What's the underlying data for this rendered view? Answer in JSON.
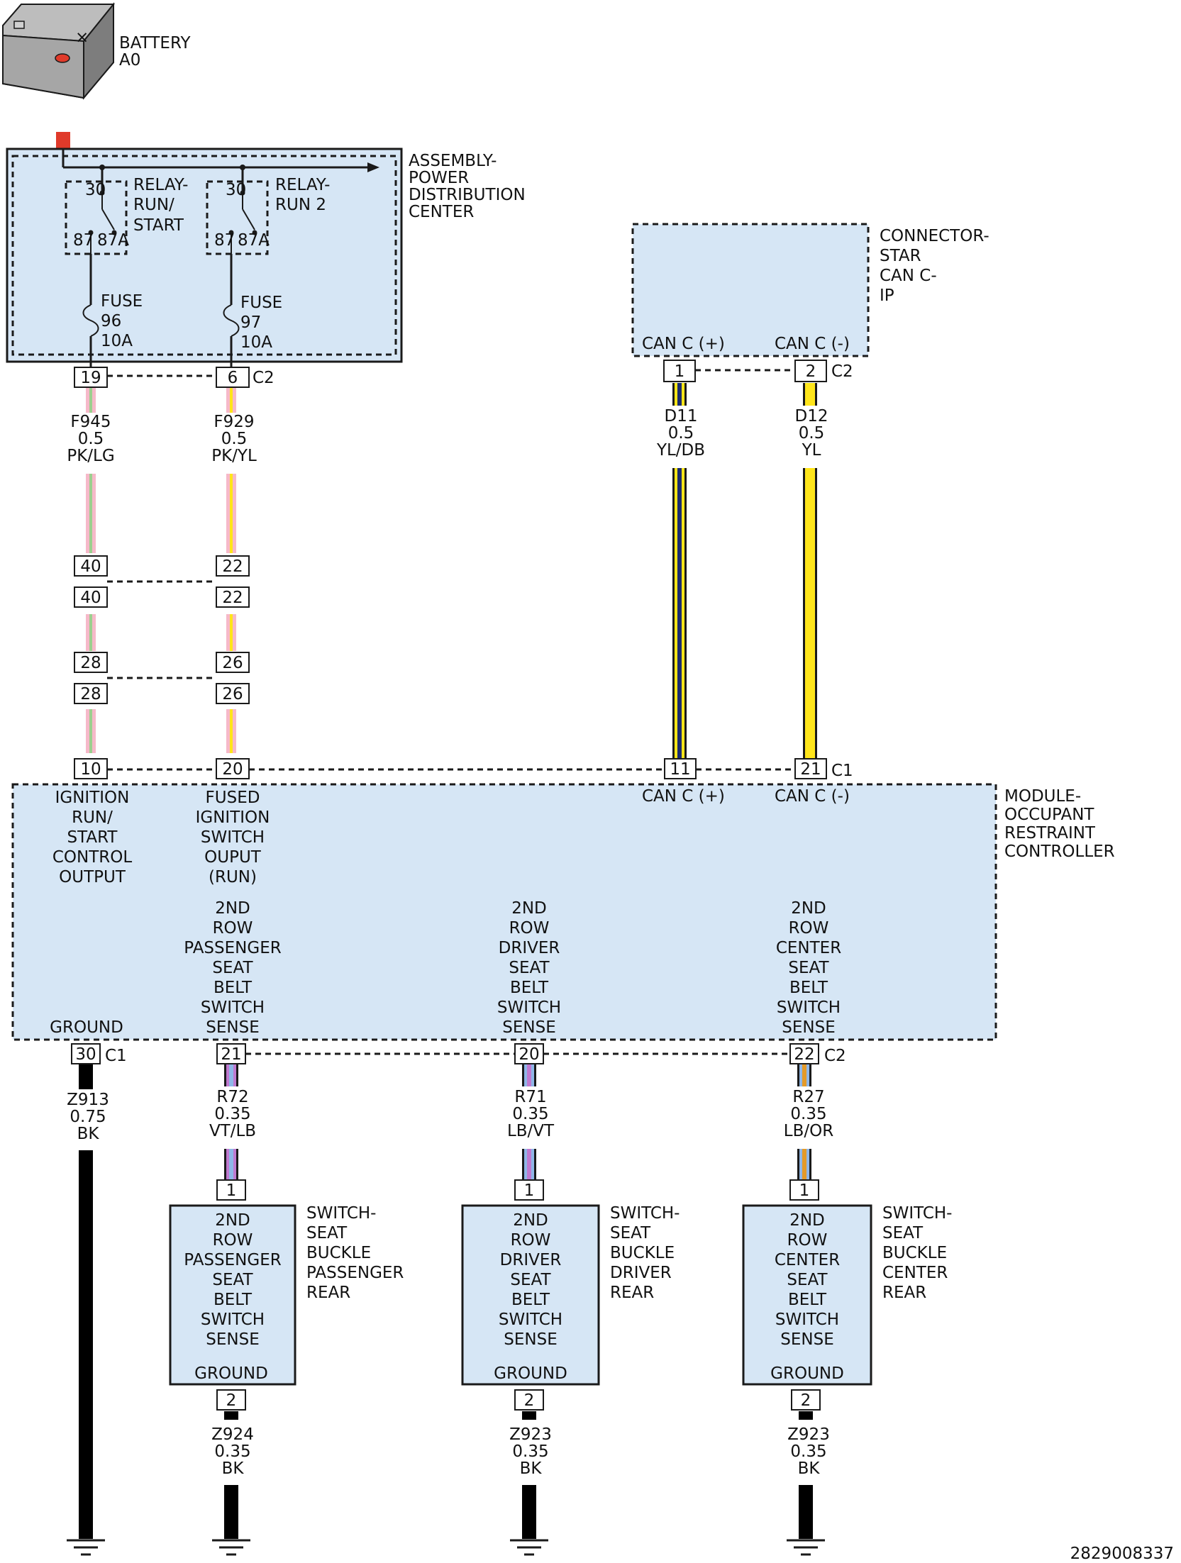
{
  "colors": {
    "box_fill": "#d6e6f5",
    "pink": "#f6b9c9",
    "light_green": "#9ccf8f",
    "yellow": "#ffe51a",
    "dark_blue": "#1c2c6e",
    "violet": "#c07ad0",
    "light_blue": "#8fb7e8",
    "orange": "#e39a2a",
    "black": "#000000",
    "battery_red": "#e03a2a"
  },
  "battery": {
    "name": "BATTERY",
    "code": "A0"
  },
  "pdc": {
    "label": [
      "ASSEMBLY-",
      "POWER",
      "DISTRIBUTION",
      "CENTER"
    ],
    "relay1": {
      "label": [
        "RELAY-",
        "RUN/",
        "START"
      ],
      "pin_30": "30",
      "pin_87": "87",
      "pin_87a": "87A"
    },
    "relay2": {
      "label": [
        "RELAY-",
        "RUN 2"
      ],
      "pin_30": "30",
      "pin_87": "87",
      "pin_87a": "87A"
    },
    "fuse1": {
      "label": "FUSE",
      "number": "96",
      "rating": "10A"
    },
    "fuse2": {
      "label": "FUSE",
      "number": "97",
      "rating": "10A"
    },
    "pins": [
      "19",
      "6"
    ],
    "connector": "C2"
  },
  "star": {
    "label": [
      "CONNECTOR-",
      "STAR",
      "CAN C-",
      "IP"
    ],
    "pin_labels": [
      "CAN C (+)",
      "CAN C (-)"
    ],
    "pins": [
      "1",
      "2"
    ],
    "connector": "C2"
  },
  "wires": {
    "f945": {
      "code": "F945",
      "gauge": "0.5",
      "color": "PK/LG"
    },
    "f929": {
      "code": "F929",
      "gauge": "0.5",
      "color": "PK/YL"
    },
    "d11": {
      "code": "D11",
      "gauge": "0.5",
      "color": "YL/DB"
    },
    "d12": {
      "code": "D12",
      "gauge": "0.5",
      "color": "YL"
    },
    "z913": {
      "code": "Z913",
      "gauge": "0.75",
      "color": "BK"
    },
    "r72": {
      "code": "R72",
      "gauge": "0.35",
      "color": "VT/LB"
    },
    "r71": {
      "code": "R71",
      "gauge": "0.35",
      "color": "LB/VT"
    },
    "r27": {
      "code": "R27",
      "gauge": "0.35",
      "color": "LB/OR"
    },
    "z924": {
      "code": "Z924",
      "gauge": "0.35",
      "color": "BK"
    },
    "z923a": {
      "code": "Z923",
      "gauge": "0.35",
      "color": "BK"
    },
    "z923b": {
      "code": "Z923",
      "gauge": "0.35",
      "color": "BK"
    }
  },
  "inline": {
    "pair1": [
      "40",
      "22"
    ],
    "pair2": [
      "28",
      "26"
    ]
  },
  "orc": {
    "label": [
      "MODULE-",
      "OCCUPANT",
      "RESTRAINT",
      "CONTROLLER"
    ],
    "top_pins": [
      "10",
      "20",
      "11",
      "21"
    ],
    "top_connector": "C1",
    "pin_labels": {
      "ign_run_start": [
        "IGNITION",
        "RUN/",
        "START",
        "CONTROL",
        "OUTPUT"
      ],
      "fused_ign": [
        "FUSED",
        "IGNITION",
        "SWITCH",
        "OUPUT",
        "(RUN)"
      ],
      "can_plus": "CAN C (+)",
      "can_minus": "CAN C (-)",
      "ground": "GROUND",
      "pass_sense": [
        "2ND",
        "ROW",
        "PASSENGER",
        "SEAT",
        "BELT",
        "SWITCH",
        "SENSE"
      ],
      "driver_sense": [
        "2ND",
        "ROW",
        "DRIVER",
        "SEAT",
        "BELT",
        "SWITCH",
        "SENSE"
      ],
      "center_sense": [
        "2ND",
        "ROW",
        "CENTER",
        "SEAT",
        "BELT",
        "SWITCH",
        "SENSE"
      ]
    },
    "ground_pin": "30",
    "ground_connector": "C1",
    "bottom_pins": [
      "21",
      "20",
      "22"
    ],
    "bottom_connector": "C2"
  },
  "switches": [
    {
      "label": [
        "SWITCH-",
        "SEAT",
        "BUCKLE",
        "PASSENGER",
        "REAR"
      ],
      "inner": [
        "2ND",
        "ROW",
        "PASSENGER",
        "SEAT",
        "BELT",
        "SWITCH",
        "SENSE"
      ],
      "ground": "GROUND",
      "pin_top": "1",
      "pin_bottom": "2"
    },
    {
      "label": [
        "SWITCH-",
        "SEAT",
        "BUCKLE",
        "DRIVER",
        "REAR"
      ],
      "inner": [
        "2ND",
        "ROW",
        "DRIVER",
        "SEAT",
        "BELT",
        "SWITCH",
        "SENSE"
      ],
      "ground": "GROUND",
      "pin_top": "1",
      "pin_bottom": "2"
    },
    {
      "label": [
        "SWITCH-",
        "SEAT",
        "BUCKLE",
        "CENTER",
        "REAR"
      ],
      "inner": [
        "2ND",
        "ROW",
        "CENTER",
        "SEAT",
        "BELT",
        "SWITCH",
        "SENSE"
      ],
      "ground": "GROUND",
      "pin_top": "1",
      "pin_bottom": "2"
    }
  ],
  "doc_number": "2829008337"
}
